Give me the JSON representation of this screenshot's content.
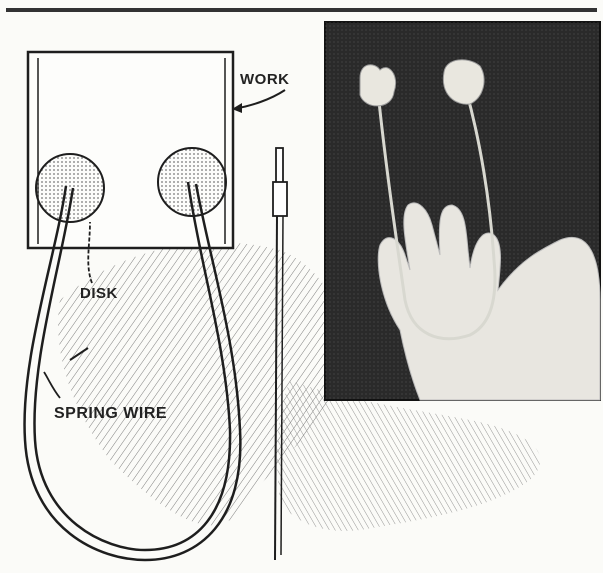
{
  "labels": {
    "work": "WORK",
    "disk": "DISK",
    "spring_wire": "SPRING WIRE"
  },
  "colors": {
    "ink": "#1e1e1e",
    "paper": "#fbfbf8",
    "photo_background": "#2a2a2a",
    "hand": "#e8e6e0",
    "disk_fill": "#d9d6cc"
  }
}
